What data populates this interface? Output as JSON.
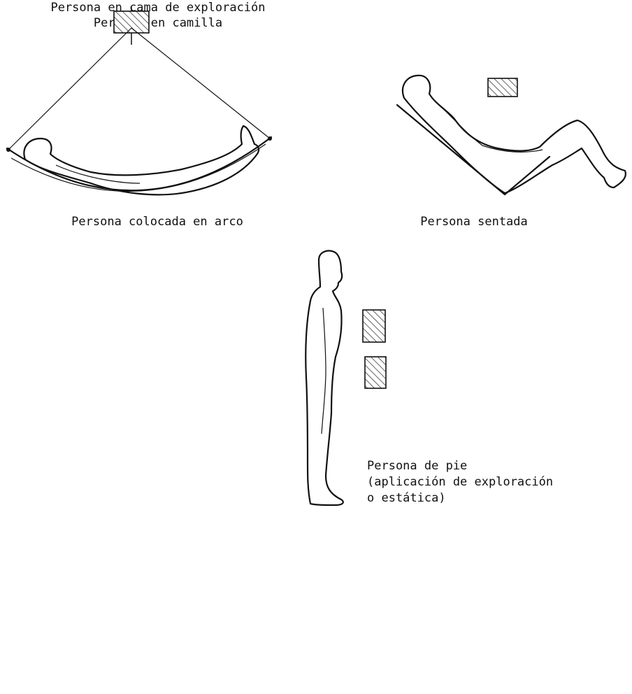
{
  "captions": {
    "arc": "Persona colocada en arco",
    "seated": "Persona sentada",
    "standing_line1": "Persona de pie",
    "standing_line2": "(aplicación de exploración",
    "standing_line3": "o estática)",
    "exam_bed": "Persona en cama de exploración",
    "stretcher": "Persona en camilla"
  },
  "icons": {
    "detector": "hatched-rectangle-detector-icon",
    "motion": "double-headed-arrow-icon"
  }
}
